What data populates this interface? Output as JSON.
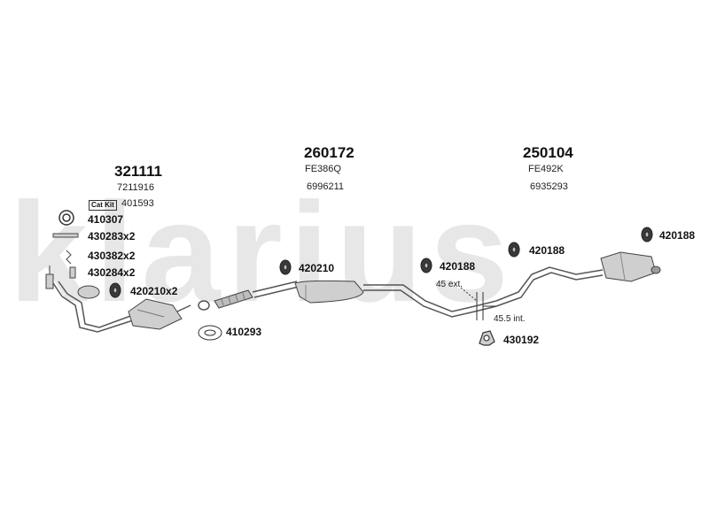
{
  "watermark": "klarius",
  "colors": {
    "watermark": "#e7e7e7",
    "line": "#555555",
    "part_fill": "#cfcfcf",
    "ring_fill": "#3a3a3a"
  },
  "groups": {
    "front": {
      "part": "321111",
      "ref": "7211916"
    },
    "middle": {
      "part": "260172",
      "code": "FE386Q",
      "ref": "6996211"
    },
    "rear": {
      "part": "250104",
      "code": "FE492K",
      "ref": "6935293"
    }
  },
  "kit": {
    "label": "Cat Kit",
    "value": "401593"
  },
  "fittings": {
    "f410307": "410307",
    "f430283": "430283x2",
    "f430382": "430382x2",
    "f430284": "430284x2",
    "f420210x2": "420210x2",
    "f410293": "410293",
    "f420210": "420210",
    "f420188a": "420188",
    "f420188b": "420188",
    "f420188c": "420188",
    "f430192": "430192"
  },
  "notes": {
    "ext": "45 ext.",
    "int": "45.5 int."
  }
}
